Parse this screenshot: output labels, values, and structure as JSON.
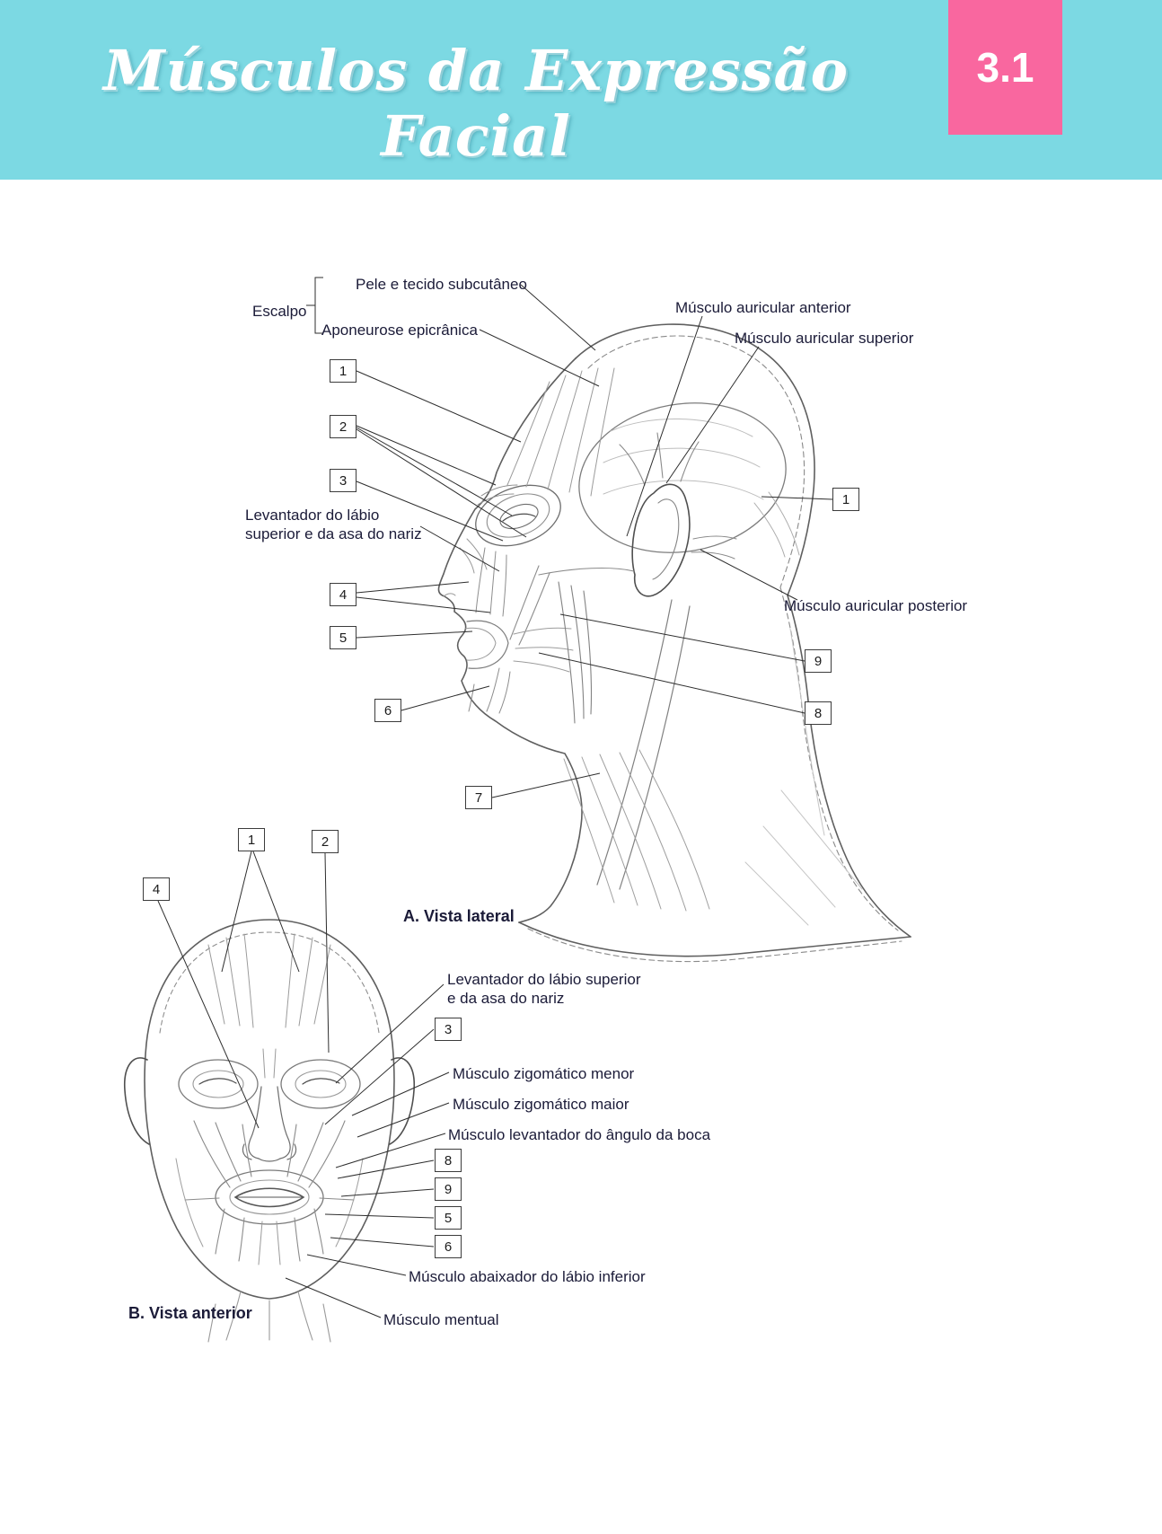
{
  "header": {
    "title": "Músculos da Expressão Facial",
    "chapter_number": "3.1",
    "banner_color": "#7cd9e3",
    "tab_color": "#f9679f",
    "title_color": "#ffffff"
  },
  "figure_a": {
    "caption": "A. Vista lateral",
    "labels": {
      "escalpo": "Escalpo",
      "pele": "Pele e tecido subcutâneo",
      "aponeurose": "Aponeurose epicrânica",
      "auricular_anterior": "Músculo auricular anterior",
      "auricular_superior": "Músculo auricular superior",
      "levantador_l1": "Levantador do lábio",
      "levantador_l2": "superior e da asa do nariz",
      "auricular_posterior": "Músculo auricular posterior"
    },
    "markers": {
      "left_1": "1",
      "left_2": "2",
      "left_3": "3",
      "left_4": "4",
      "left_5": "5",
      "left_6": "6",
      "left_7": "7",
      "right_1": "1",
      "right_9": "9",
      "right_8": "8"
    }
  },
  "figure_b": {
    "caption": "B. Vista anterior",
    "labels": {
      "levantador_l1": "Levantador do lábio superior",
      "levantador_l2": "e da asa do nariz",
      "zigomatico_menor": "Músculo zigomático menor",
      "zigomatico_maior": "Músculo zigomático maior",
      "levantador_angulo": "Músculo levantador do ângulo da boca",
      "abaixador": "Músculo abaixador do lábio inferior",
      "mentual": "Músculo mentual"
    },
    "markers": {
      "top_1": "1",
      "top_2": "2",
      "top_4": "4",
      "side_3": "3",
      "side_8": "8",
      "side_9": "9",
      "side_5": "5",
      "side_6": "6"
    }
  }
}
